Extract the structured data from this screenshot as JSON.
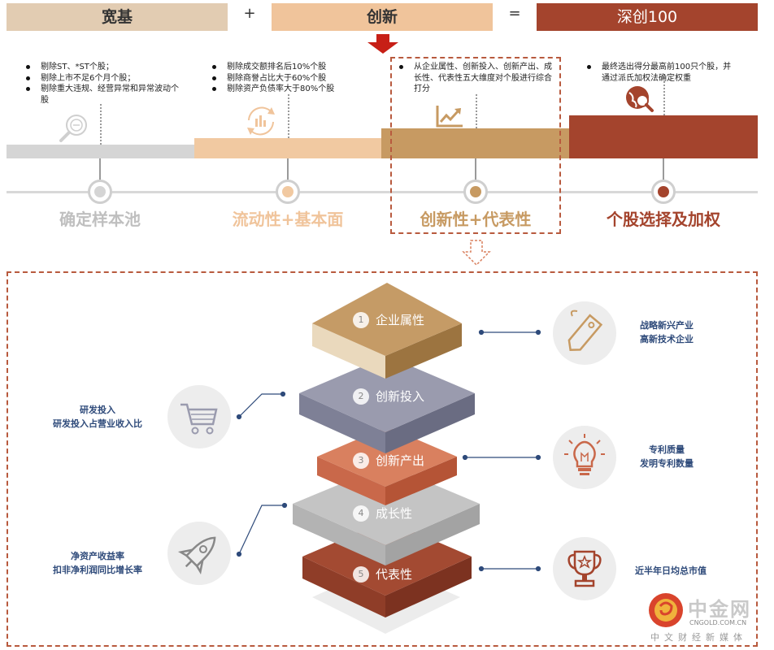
{
  "equation": {
    "part1": "宽基",
    "op1": "+",
    "part2": "创新",
    "op2": "=",
    "result": "深创100"
  },
  "steps": [
    {
      "label": "确定样本池",
      "icon": "magnifier-icon",
      "color": "#d5d5d5",
      "bullets": [
        "剔除ST、*ST个股；",
        "剔除上市不足6个月个股；",
        "剔除重大违规、经营异常和异常波动个股"
      ]
    },
    {
      "label": "流动性+基本面",
      "icon": "cycle-chart-icon",
      "color": "#f1c9a1",
      "bullets": [
        "剔除成交额排名后10%个股",
        "剔除商誉占比大于60%个股",
        "剔除资产负债率大于80%个股"
      ]
    },
    {
      "label": "创新性+代表性",
      "icon": "trend-chart-icon",
      "color": "#c79a62",
      "bullets": [
        "从企业属性、创新投入、创新产出、成长性、代表性五大维度对个股进行综合打分"
      ]
    },
    {
      "label": "个股选择及加权",
      "icon": "globe-search-icon",
      "color": "#a4442d",
      "bullets": [
        "最终选出得分最高前100只个股，并通过派氏加权法确定权重"
      ]
    }
  ],
  "layers": [
    {
      "num": "1",
      "label": "企业属性",
      "top": "#c59b66",
      "side": "#9c7440",
      "front": "#ead9bd"
    },
    {
      "num": "2",
      "label": "创新投入",
      "top": "#9a9bae",
      "side": "#6a6c82",
      "front": "#7e8096"
    },
    {
      "num": "3",
      "label": "创新产出",
      "top": "#d9805f",
      "side": "#b55436",
      "front": "#c9684a"
    },
    {
      "num": "4",
      "label": "成长性",
      "top": "#c4c4c4",
      "side": "#a3a3a3",
      "front": "#b3b3b3"
    },
    {
      "num": "5",
      "label": "代表性",
      "top": "#a34a32",
      "side": "#7c3220",
      "front": "#8f3d28"
    }
  ],
  "annotations": {
    "attr": {
      "icon": "tag-icon",
      "lines": [
        "战略新兴产业",
        "高新技术企业"
      ]
    },
    "input": {
      "icon": "cart-icon",
      "lines": [
        "研发投入",
        "研发投入占营业收入比"
      ]
    },
    "output": {
      "icon": "lightbulb-icon",
      "lines": [
        "专利质量",
        "发明专利数量"
      ]
    },
    "growth": {
      "icon": "rocket-icon",
      "lines": [
        "净资产收益率",
        "扣非净利润同比增长率"
      ]
    },
    "rep": {
      "icon": "trophy-icon",
      "lines": [
        "近半年日均总市值"
      ]
    }
  },
  "watermark": {
    "name": "中金网",
    "domain": "CNGOLD.COM.CN",
    "slogan": "中文财经新媒体"
  }
}
